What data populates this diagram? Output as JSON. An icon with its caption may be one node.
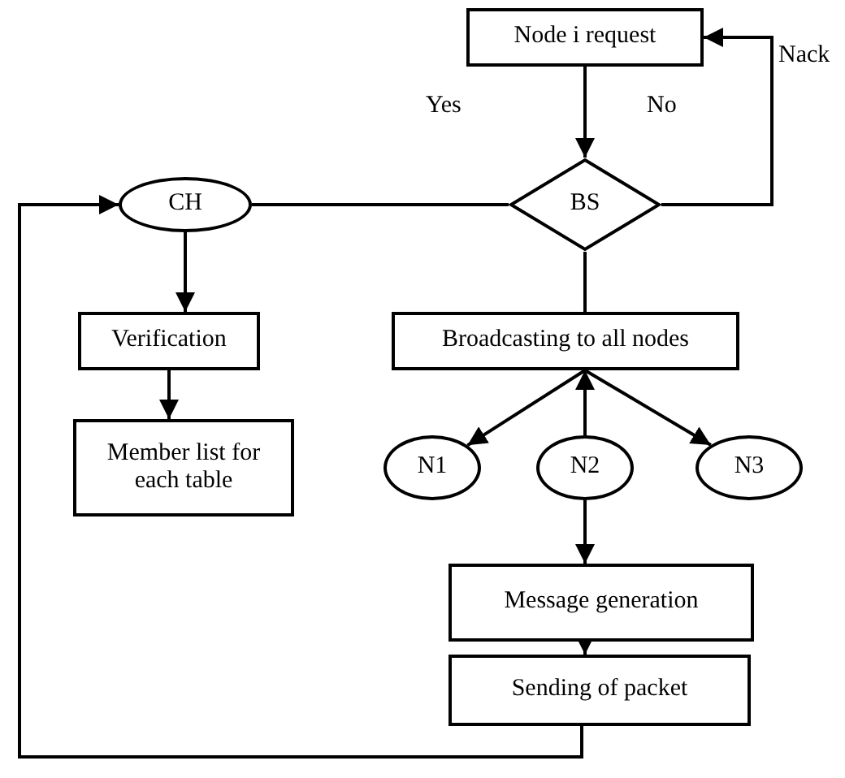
{
  "diagram": {
    "nodes": [
      {
        "text": [
          "Node i request"
        ]
      },
      {
        "text": [
          "CH"
        ]
      },
      {
        "text": [
          "BS"
        ]
      },
      {
        "text": [
          "Verification"
        ]
      },
      {
        "text": [
          "Broadcasting to all nodes"
        ]
      },
      {
        "text": [
          "Member list for each table"
        ]
      },
      {
        "text": [
          "N1"
        ]
      },
      {
        "text": [
          "N2"
        ]
      },
      {
        "text": [
          "N3"
        ]
      },
      {
        "text": [
          "Message generation"
        ]
      },
      {
        "text": [
          "Sending of packet"
        ]
      }
    ],
    "edges": [
      {
        "from": 0,
        "to": 2,
        "arrow": "to"
      },
      {
        "from": 2,
        "to": 0,
        "arrow": "to",
        "label": "Nack"
      },
      {
        "from": 1,
        "to": 2,
        "arrow": "none"
      },
      {
        "from": 2,
        "to": 4,
        "arrow": "none"
      },
      {
        "from": 1,
        "to": 3,
        "arrow": "to"
      },
      {
        "from": 3,
        "to": 5,
        "arrow": "to"
      },
      {
        "from": 4,
        "to": 6,
        "arrow": "to"
      },
      {
        "from": 7,
        "to": 4,
        "arrow": "to"
      },
      {
        "from": 4,
        "to": 8,
        "arrow": "to"
      },
      {
        "from": 7,
        "to": 9,
        "arrow": "to"
      },
      {
        "from": 9,
        "to": 10,
        "arrow": "to"
      },
      {
        "from": 10,
        "to": 1,
        "arrow": "to"
      }
    ],
    "labels": [
      "Yes",
      "No"
    ]
  }
}
